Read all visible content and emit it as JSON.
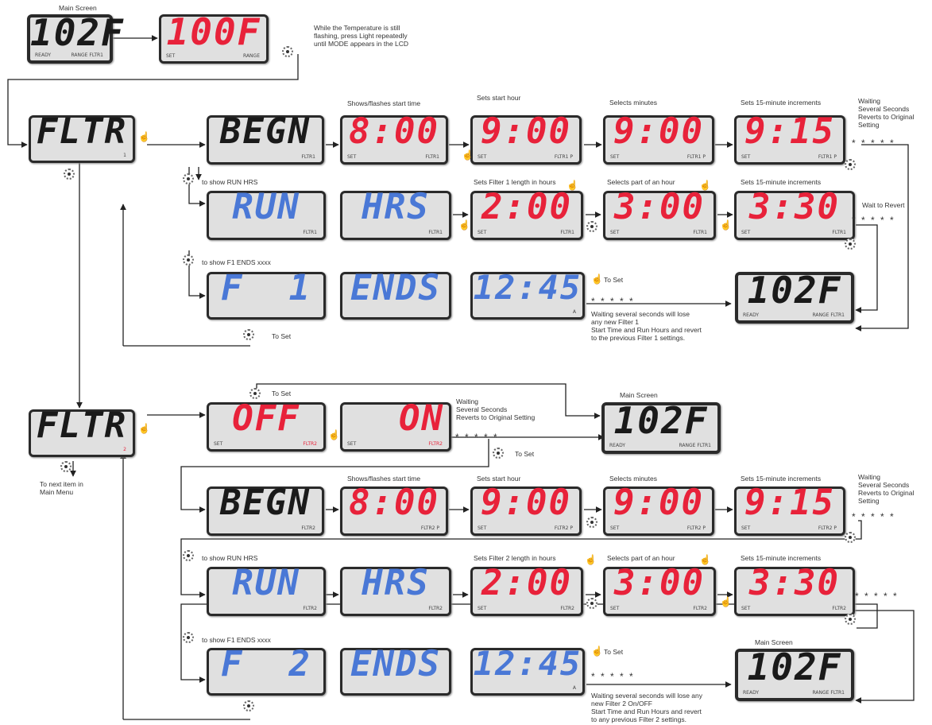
{
  "section1": {
    "main_screen_label": "Main Screen",
    "temp_lcd": {
      "text": "102F",
      "sub_left": "READY",
      "sub_right": "RANGE FLTR1"
    },
    "set_lcd": {
      "text": "100F",
      "sub_left": "SET",
      "sub_right": "RANGE"
    },
    "instruction": [
      "While the Temperature is still",
      "flashing, press Light repeatedly",
      "until MODE appears in the LCD"
    ],
    "fltr_lcd": {
      "text": "FLTR",
      "sub_right": "1"
    },
    "begn_row": {
      "begn": {
        "text": "BEGN",
        "sub": "FLTR1"
      },
      "label1": "Shows/flashes start time",
      "lcd1": {
        "text": "8:00",
        "sub_left": "SET",
        "sub_right": "FLTR1"
      },
      "label2": "Sets start hour",
      "lcd2": {
        "text": "9:00",
        "sub_left": "SET",
        "sub_right": "FLTR1 P"
      },
      "label3": "Selects minutes",
      "lcd3": {
        "text": "9:00",
        "sub_left": "SET",
        "sub_right": "FLTR1 P"
      },
      "label4": "Sets 15-minute increments",
      "lcd4": {
        "text": "9:15",
        "sub_left": "SET",
        "sub_right": "FLTR1 P"
      },
      "side": [
        "Waiting",
        "Several Seconds",
        "Reverts to Original",
        "Setting"
      ]
    },
    "run_row": {
      "note": "to show RUN HRS",
      "run": {
        "text": "RUN",
        "sub": "FLTR1"
      },
      "hrs": {
        "text": "HRS",
        "sub": "FLTR1"
      },
      "label1": "Sets Filter 1 length in hours",
      "lcd1": {
        "text": "2:00",
        "sub_left": "SET",
        "sub_right": "FLTR1"
      },
      "label2": "Selects part of an hour",
      "lcd2": {
        "text": "3:00",
        "sub_left": "SET",
        "sub_right": "FLTR1"
      },
      "label3": "Sets 15-minute increments",
      "lcd3": {
        "text": "3:30",
        "sub_left": "SET",
        "sub_right": "FLTR1"
      },
      "side": "Wait to Revert"
    },
    "ends_row": {
      "note": "to show F1 ENDS xxxx",
      "f": {
        "text": "F  1"
      },
      "ends": {
        "text": "ENDS"
      },
      "time": {
        "text": "12:45",
        "sub_right": "A"
      },
      "to_set": "To Set",
      "to_set_light": "To Set",
      "waiting": [
        "Waiting several seconds will lose",
        "any new Filter 1",
        "Start Time and Run Hours and revert",
        "to the previous Filter 1 settings."
      ],
      "main_lcd": {
        "text": "102F",
        "sub_left": "READY",
        "sub_right": "RANGE FLTR1"
      }
    }
  },
  "section2": {
    "fltr_lcd": {
      "text": "FLTR",
      "sub_right": "2"
    },
    "next_item": [
      "To next item in",
      "Main Menu"
    ],
    "to_set_top": "To Set",
    "off_lcd": {
      "text": "OFF",
      "sub_left": "SET",
      "sub_right": "FLTR2"
    },
    "on_lcd": {
      "text": "ON",
      "sub_left": "SET",
      "sub_right": "FLTR2"
    },
    "waiting": [
      "Waiting",
      "Several Seconds",
      "Reverts to Original Setting"
    ],
    "to_set_right": "To Set",
    "main_screen_label": "Main Screen",
    "main_lcd": {
      "text": "102F",
      "sub_left": "READY",
      "sub_right": "RANGE FLTR1"
    },
    "begn_row": {
      "begn": {
        "text": "BEGN",
        "sub": "FLTR2"
      },
      "label1": "Shows/flashes start time",
      "lcd1": {
        "text": "8:00",
        "sub_left": "",
        "sub_right": "FLTR2 P"
      },
      "label2": "Sets start hour",
      "lcd2": {
        "text": "9:00",
        "sub_left": "SET",
        "sub_right": "FLTR2 P"
      },
      "label3": "Selects minutes",
      "lcd3": {
        "text": "9:00",
        "sub_left": "SET",
        "sub_right": "FLTR2 P"
      },
      "label4": "Sets 15-minute increments",
      "lcd4": {
        "text": "9:15",
        "sub_left": "SET",
        "sub_right": "FLTR2 P"
      },
      "side": [
        "Waiting",
        "Several Seconds",
        "Reverts to Original",
        "Setting"
      ]
    },
    "run_row": {
      "note": "to show RUN HRS",
      "run": {
        "text": "RUN",
        "sub": "FLTR2"
      },
      "hrs": {
        "text": "HRS",
        "sub": "FLTR2"
      },
      "label1": "Sets Filter 2 length in hours",
      "lcd1": {
        "text": "2:00",
        "sub_left": "SET",
        "sub_right": "FLTR2"
      },
      "label2": "Selects part of an hour",
      "lcd2": {
        "text": "3:00",
        "sub_left": "SET",
        "sub_right": "FLTR2"
      },
      "label3": "Sets 15-minute increments",
      "lcd3": {
        "text": "3:30",
        "sub_left": "SET",
        "sub_right": "FLTR2"
      }
    },
    "ends_row": {
      "note": "to show F1 ENDS xxxx",
      "f": {
        "text": "F  2"
      },
      "ends": {
        "text": "ENDS"
      },
      "time": {
        "text": "12:45",
        "sub_right": "A"
      },
      "to_set": "To Set",
      "main_screen_label": "Main Screen",
      "waiting": [
        "Waiting several seconds will lose any",
        "new Filter 2 On/OFF",
        "Start Time and Run Hours and revert",
        "to any previous Filter 2 settings."
      ],
      "main_lcd": {
        "text": "102F",
        "sub_left": "READY",
        "sub_right": "RANGE FLTR1"
      }
    }
  },
  "stars": "* * * * *",
  "colors": {
    "black_digits": "#1a1a1a",
    "red_digits": "#e8223a",
    "blue_digits": "#4a78d6",
    "lcd_bg": "#e0e0e0"
  },
  "icons": {
    "light_button": "light-button-icon",
    "temp_button": "hand-press-icon"
  }
}
